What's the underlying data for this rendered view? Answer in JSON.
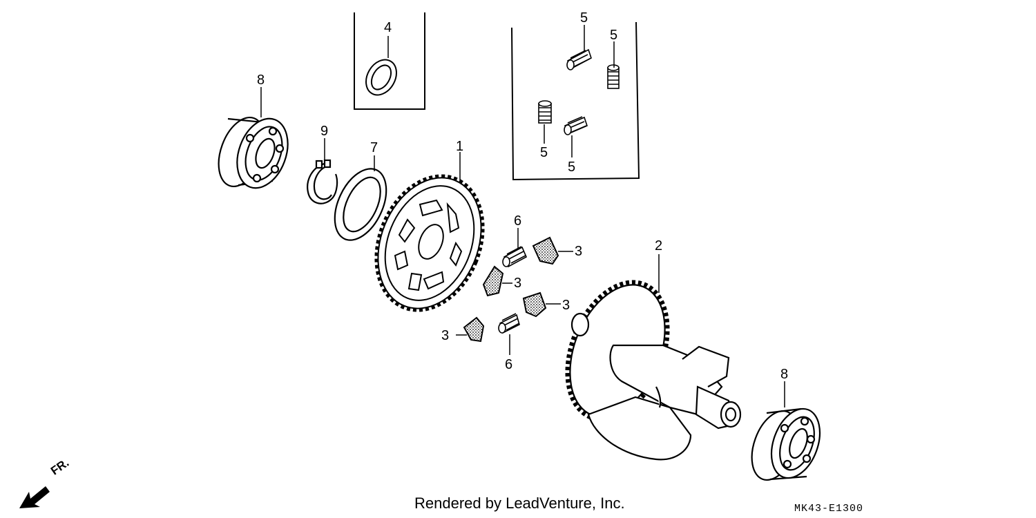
{
  "diagram": {
    "callouts": {
      "c1": "1",
      "c2": "2",
      "c3a": "3",
      "c3b": "3",
      "c3c": "3",
      "c3d": "3",
      "c4": "4",
      "c5a": "5",
      "c5b": "5",
      "c5c": "5",
      "c5d": "5",
      "c6a": "6",
      "c6b": "6",
      "c7": "7",
      "c8a": "8",
      "c8b": "8",
      "c9": "9"
    },
    "direction_label": "FR.",
    "credit": "Rendered by LeadVenture, Inc.",
    "diagram_code": "MK43-E1300"
  }
}
